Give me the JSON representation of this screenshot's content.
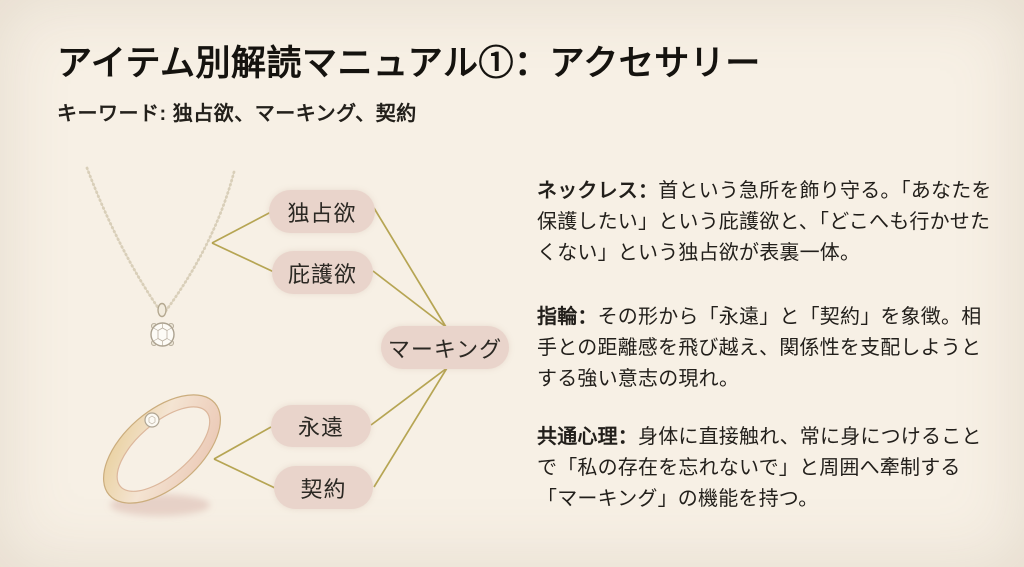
{
  "header": {
    "title": "アイテム別解読マニュアル①：アクセサリー",
    "subtitle": "キーワード: 独占欲、マーキング、契約"
  },
  "diagram": {
    "bubbles": [
      {
        "id": "possessiveness",
        "label": "独占欲"
      },
      {
        "id": "protectiveness",
        "label": "庇護欲"
      },
      {
        "id": "marking",
        "label": "マーキング"
      },
      {
        "id": "eternity",
        "label": "永遠"
      },
      {
        "id": "contract",
        "label": "契約"
      }
    ],
    "illustrations": [
      {
        "id": "necklace",
        "description": "ダイヤモンドペンダントのネックレス"
      },
      {
        "id": "ring",
        "description": "ダイヤ付きゴールドの指輪"
      }
    ]
  },
  "panel": {
    "paragraphs": [
      {
        "lead": "ネックレス：",
        "body": "首という急所を飾り守る。「あなたを保護したい」という庇護欲と、「どこへも行かせたくない」という独占欲が表裏一体。"
      },
      {
        "lead": "指輪：",
        "body": "その形から「永遠」と「契約」を象徴。相手との距離感を飛び越え、関係性を支配しようとする強い意志の現れ。"
      },
      {
        "lead": "共通心理：",
        "body": "身体に直接触れ、常に身につけることで「私の存在を忘れないで」と周囲へ牽制する「マーキング」の機能を持つ。"
      }
    ]
  },
  "colors": {
    "background": "#f7f0e5",
    "bubble": "#e9d4cb",
    "connector_line": "#b2a04b",
    "text": "#1e1c19"
  }
}
